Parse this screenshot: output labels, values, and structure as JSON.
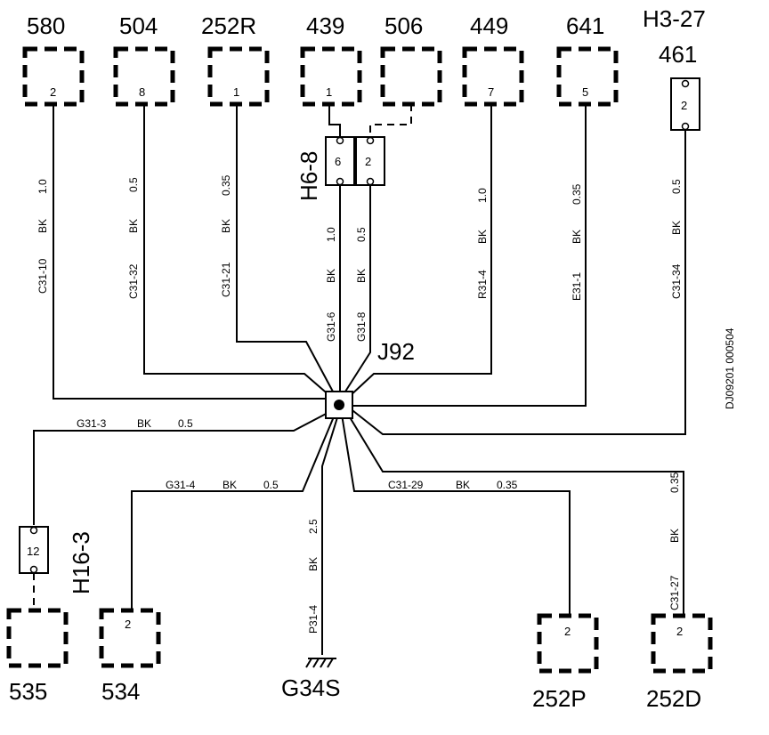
{
  "connectors_top": [
    {
      "id": "580",
      "pin": "2"
    },
    {
      "id": "504",
      "pin": "8"
    },
    {
      "id": "252R",
      "pin": "1"
    },
    {
      "id": "439",
      "pin": "1"
    },
    {
      "id": "506",
      "pin": ""
    },
    {
      "id": "449",
      "pin": "7"
    },
    {
      "id": "641",
      "pin": "5"
    }
  ],
  "connector_461": {
    "label_top": "H3-27",
    "id": "461",
    "pin": "2"
  },
  "splice_h68": {
    "label": "H6-8",
    "pin_a": "6",
    "pin_b": "2"
  },
  "splice_h163": {
    "label": "H16-3",
    "pin": "12"
  },
  "junction": {
    "label": "J92"
  },
  "wires_vertical": [
    {
      "code": "C31-10",
      "color": "BK",
      "size": "1.0"
    },
    {
      "code": "C31-32",
      "color": "BK",
      "size": "0.5"
    },
    {
      "code": "C31-21",
      "color": "BK",
      "size": "0.35"
    },
    {
      "code": "G31-6",
      "color": "BK",
      "size": "1.0"
    },
    {
      "code": "G31-8",
      "color": "BK",
      "size": "0.5"
    },
    {
      "code": "R31-4",
      "color": "BK",
      "size": "1.0"
    },
    {
      "code": "E31-1",
      "color": "BK",
      "size": "0.35"
    },
    {
      "code": "C31-34",
      "color": "BK",
      "size": "0.5"
    },
    {
      "code": "P31-4",
      "color": "BK",
      "size": "2.5"
    },
    {
      "code": "C31-27",
      "color": "BK",
      "size": "0.35"
    }
  ],
  "wires_horizontal": [
    {
      "code": "G31-3",
      "color": "BK",
      "size": "0.5"
    },
    {
      "code": "G31-4",
      "color": "BK",
      "size": "0.5"
    },
    {
      "code": "C31-29",
      "color": "BK",
      "size": "0.35"
    }
  ],
  "connectors_bottom": [
    {
      "id": "535",
      "pin": ""
    },
    {
      "id": "534",
      "pin": "2"
    },
    {
      "id": "252P",
      "pin": "2"
    },
    {
      "id": "252D",
      "pin": "2"
    }
  ],
  "ground": {
    "id": "G34S"
  },
  "doc_id": "DJ09201 000504"
}
